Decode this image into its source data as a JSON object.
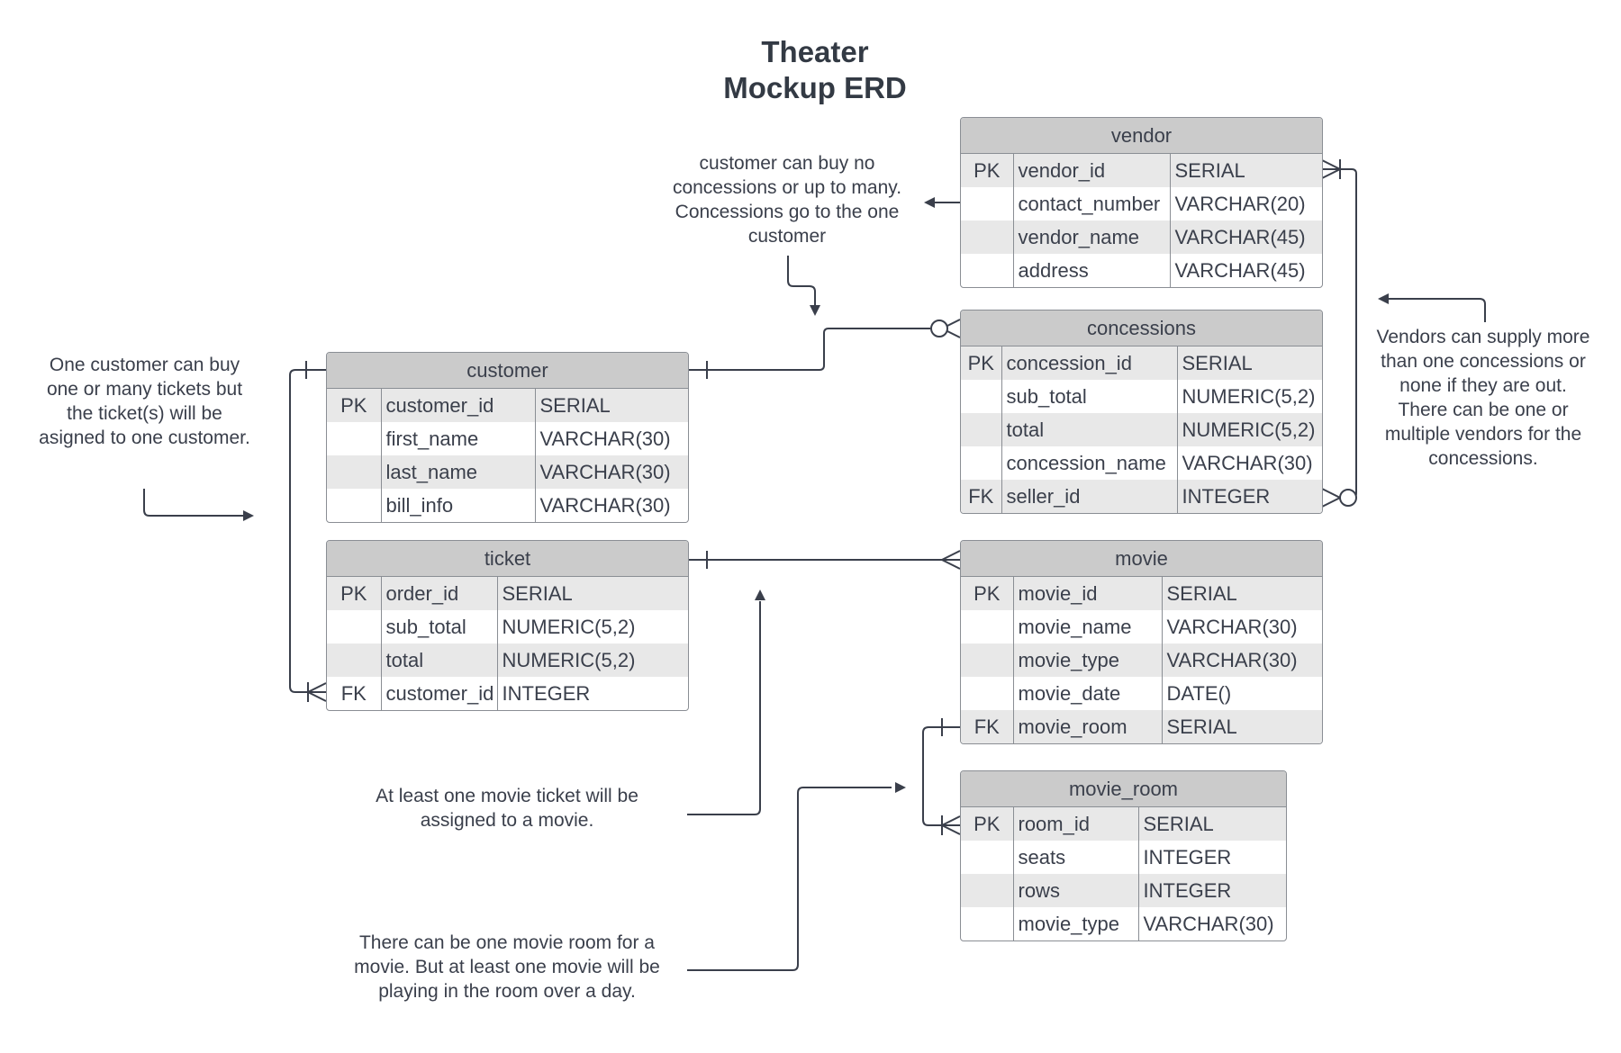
{
  "title": {
    "line1": "Theater",
    "line2": "Mockup ERD"
  },
  "entities": {
    "vendor": {
      "name": "vendor",
      "rows": [
        {
          "key": "PK",
          "field": "vendor_id",
          "type": "SERIAL"
        },
        {
          "key": "",
          "field": "contact_number",
          "type": "VARCHAR(20)"
        },
        {
          "key": "",
          "field": "vendor_name",
          "type": "VARCHAR(45)"
        },
        {
          "key": "",
          "field": "address",
          "type": "VARCHAR(45)"
        }
      ]
    },
    "concessions": {
      "name": "concessions",
      "rows": [
        {
          "key": "PK",
          "field": "concession_id",
          "type": "SERIAL"
        },
        {
          "key": "",
          "field": "sub_total",
          "type": "NUMERIC(5,2)"
        },
        {
          "key": "",
          "field": "total",
          "type": "NUMERIC(5,2)"
        },
        {
          "key": "",
          "field": "concession_name",
          "type": "VARCHAR(30)"
        },
        {
          "key": "FK",
          "field": "seller_id",
          "type": "INTEGER"
        }
      ]
    },
    "customer": {
      "name": "customer",
      "rows": [
        {
          "key": "PK",
          "field": "customer_id",
          "type": "SERIAL"
        },
        {
          "key": "",
          "field": "first_name",
          "type": "VARCHAR(30)"
        },
        {
          "key": "",
          "field": "last_name",
          "type": "VARCHAR(30)"
        },
        {
          "key": "",
          "field": "bill_info",
          "type": "VARCHAR(30)"
        }
      ]
    },
    "ticket": {
      "name": "ticket",
      "rows": [
        {
          "key": "PK",
          "field": "order_id",
          "type": "SERIAL"
        },
        {
          "key": "",
          "field": "sub_total",
          "type": "NUMERIC(5,2)"
        },
        {
          "key": "",
          "field": "total",
          "type": "NUMERIC(5,2)"
        },
        {
          "key": "FK",
          "field": "customer_id",
          "type": "INTEGER"
        }
      ]
    },
    "movie": {
      "name": "movie",
      "rows": [
        {
          "key": "PK",
          "field": "movie_id",
          "type": "SERIAL"
        },
        {
          "key": "",
          "field": "movie_name",
          "type": "VARCHAR(30)"
        },
        {
          "key": "",
          "field": "movie_type",
          "type": "VARCHAR(30)"
        },
        {
          "key": "",
          "field": "movie_date",
          "type": "DATE()"
        },
        {
          "key": "FK",
          "field": "movie_room",
          "type": "SERIAL"
        }
      ]
    },
    "movie_room": {
      "name": "movie_room",
      "rows": [
        {
          "key": "PK",
          "field": "room_id",
          "type": "SERIAL"
        },
        {
          "key": "",
          "field": "seats",
          "type": "INTEGER"
        },
        {
          "key": "",
          "field": "rows",
          "type": "INTEGER"
        },
        {
          "key": "",
          "field": "movie_type",
          "type": "VARCHAR(30)"
        }
      ]
    }
  },
  "notes": {
    "concessions": "customer can buy no concessions or up to many. Concessions go to the one customer",
    "customer": "One customer can buy one or many tickets but the ticket(s) will be asigned to one customer.",
    "vendors": "Vendors can supply more than one concessions or none if they are out. There can be one or multiple vendors for the concessions.",
    "ticket_movie": "At least one movie ticket will be assigned to a movie.",
    "movie_room": "There can be one movie room for a movie. But at least one movie will be playing in the room over a day."
  },
  "colors": {
    "line": "#3a3f4b",
    "header": "#cbcbcb",
    "stripe": "#e8e8e8",
    "border": "#8a8e94"
  }
}
